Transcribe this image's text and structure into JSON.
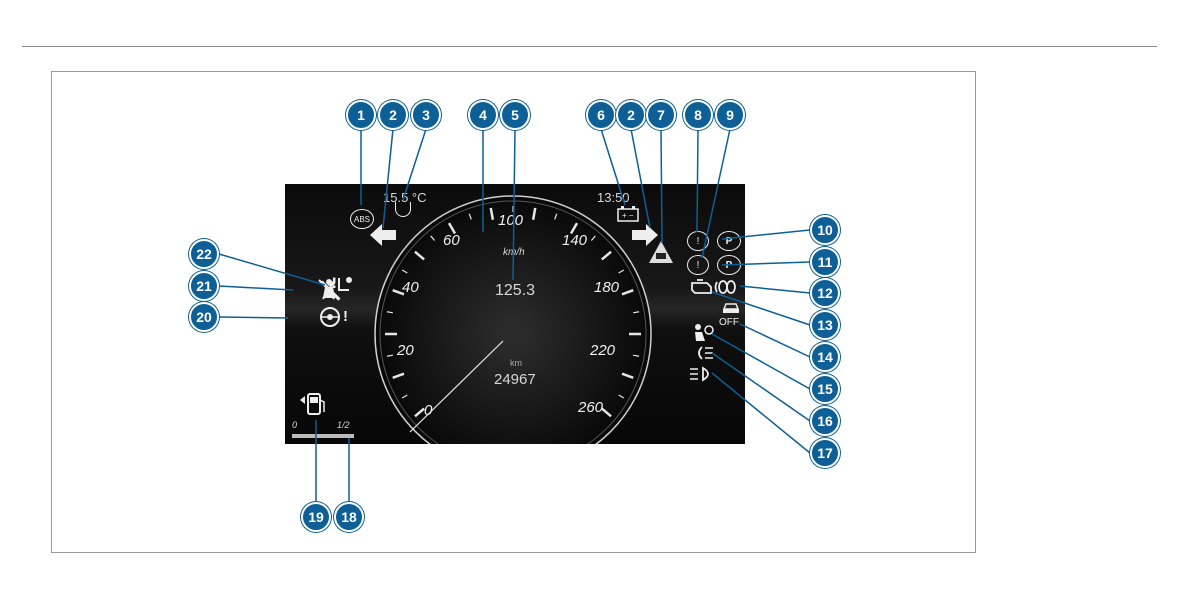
{
  "dashboard": {
    "outside_temp": "15.5 °C",
    "battery_time": "13:50",
    "speed_unit": "km/h",
    "current_speed": "125.3",
    "odometer_unit": "km",
    "odometer_value": "24967",
    "fuel_empty_label": "0",
    "fuel_half_label": "1/2",
    "tick_labels": [
      "0",
      "20",
      "40",
      "60",
      "100",
      "140",
      "180",
      "220",
      "260"
    ],
    "icons": {
      "abs": "ABS",
      "esp_off": "OFF",
      "brake_warning": "(!)",
      "parking_brake": "(P)",
      "steering_warning": "!"
    }
  },
  "callouts": [
    "1",
    "2",
    "3",
    "4",
    "5",
    "6",
    "2",
    "7",
    "8",
    "9",
    "10",
    "11",
    "12",
    "13",
    "14",
    "15",
    "16",
    "17",
    "18",
    "19",
    "20",
    "21",
    "22"
  ]
}
